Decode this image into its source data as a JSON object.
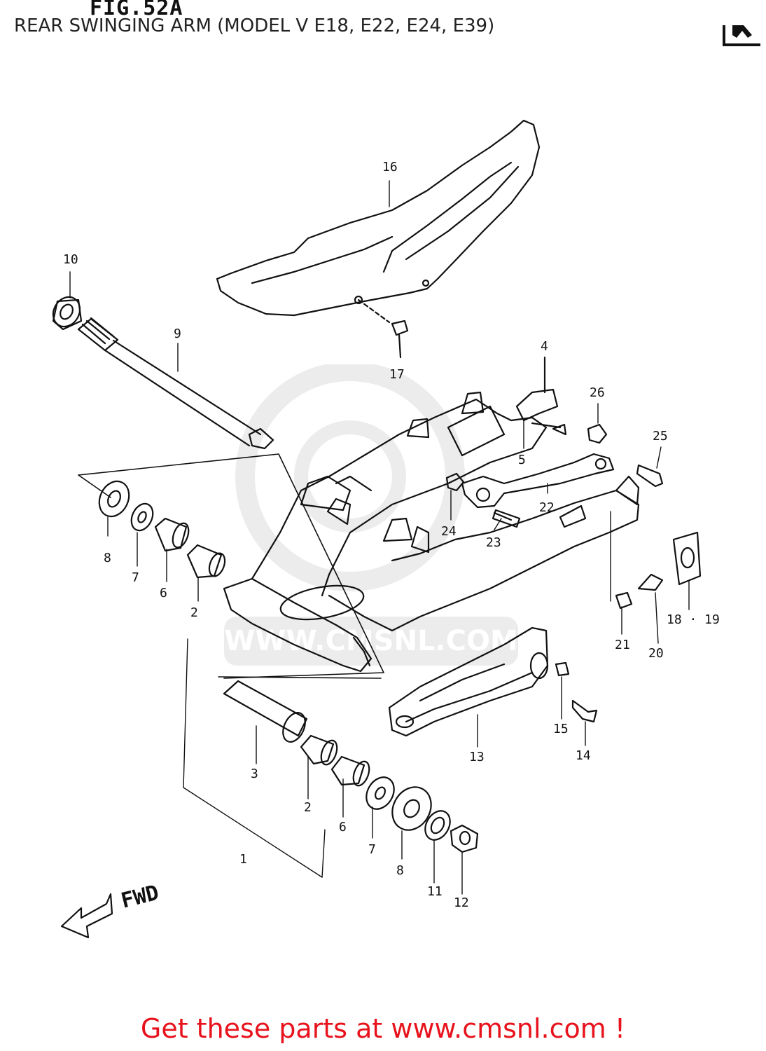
{
  "header": {
    "figure_label": "FIG.52A",
    "title": "REAR SWINGING ARM (MODEL V E18, E22, E24, E39)"
  },
  "watermark": {
    "text": "WWW.CMSNL.COM"
  },
  "direction_label": "FWD",
  "part_labels": {
    "p1": "1",
    "p2a": "2",
    "p2b": "2",
    "p3": "3",
    "p4": "4",
    "p5": "5",
    "p6a": "6",
    "p6b": "6",
    "p7a": "7",
    "p7b": "7",
    "p8a": "8",
    "p8b": "8",
    "p9": "9",
    "p10": "10",
    "p11": "11",
    "p12": "12",
    "p13": "13",
    "p14": "14",
    "p15": "15",
    "p16": "16",
    "p17": "17",
    "p18_19": "18 · 19",
    "p20": "20",
    "p21": "21",
    "p22": "22",
    "p23": "23",
    "p24": "24",
    "p25": "25",
    "p26": "26"
  },
  "footer": {
    "text": "Get these parts at www.cmsnl.com !"
  },
  "colors": {
    "line": "#111111",
    "footer_text": "#e8121c",
    "watermark": "#9a9a9a"
  }
}
